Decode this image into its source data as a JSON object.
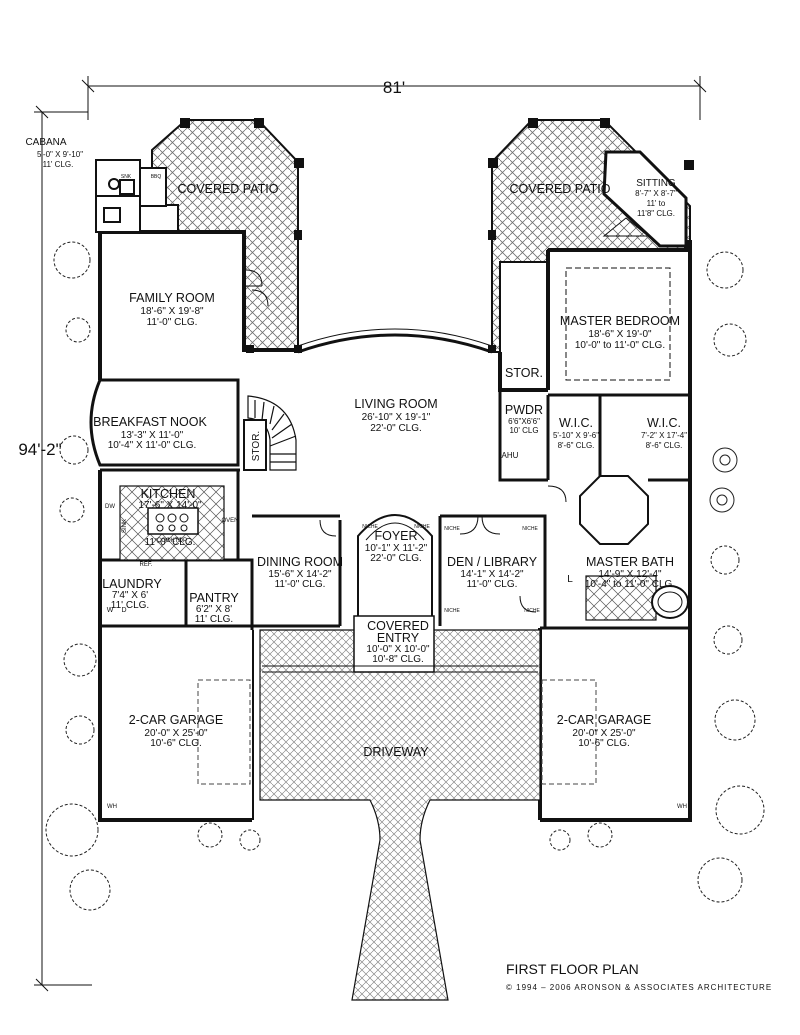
{
  "dimensions": {
    "width": "81'",
    "depth": "94'-2\""
  },
  "rooms": {
    "cabana": {
      "name": "CABANA",
      "size": "5'-0\" X 9'-10\"",
      "ceiling": "11' CLG."
    },
    "covered_patio_left": {
      "name": "COVERED PATIO"
    },
    "covered_patio_right": {
      "name": "COVERED PATIO"
    },
    "sitting": {
      "name": "SITTING",
      "size": "8'-7\" X 8'-7\"",
      "ceiling1": "11' to",
      "ceiling2": "11'8\" CLG."
    },
    "family_room": {
      "name": "FAMILY ROOM",
      "size": "18'-6\" X 19'-8\"",
      "ceiling": "11'-0\" CLG."
    },
    "master_bedroom": {
      "name": "MASTER BEDROOM",
      "size": "18'-6\" X 19'-0\"",
      "ceiling": "10'-0\" to 11'-0\" CLG."
    },
    "stor_right": {
      "name": "STOR."
    },
    "breakfast_nook": {
      "name": "BREAKFAST NOOK",
      "size": "13'-3\" X 11'-0\"",
      "ceiling": "10'-4\" X 11'-0\" CLG."
    },
    "living_room": {
      "name": "LIVING ROOM",
      "size": "26'-10\" X 19'-1\"",
      "ceiling": "22'-0\" CLG."
    },
    "stor_left": {
      "name": "STOR."
    },
    "pwdr": {
      "name": "PWDR",
      "size": "6'6\"X6'6\"",
      "ceiling": "10' CLG"
    },
    "ahu": {
      "name": "AHU"
    },
    "wic_left": {
      "name": "W.I.C.",
      "size": "5'-10\" X 9'-6\"",
      "ceiling": "8'-6\" CLG."
    },
    "wic_right": {
      "name": "W.I.C.",
      "size": "7'-2\" X 17'-4\"",
      "ceiling": "8'-6\" CLG."
    },
    "kitchen": {
      "name": "KITCHEN",
      "size": "17'-6\" X 14'-0\"",
      "ceiling": "11'-0\" CLG."
    },
    "foyer": {
      "name": "FOYER",
      "size": "10'-1\" X 11'-2\"",
      "ceiling": "22'-0\" CLG."
    },
    "dining_room": {
      "name": "DINING ROOM",
      "size": "15'-6\" X 14'-2\"",
      "ceiling": "11'-0\" CLG."
    },
    "den_library": {
      "name": "DEN / LIBRARY",
      "size": "14'-1\" X 14'-2\"",
      "ceiling": "11'-0\" CLG."
    },
    "master_bath": {
      "name": "MASTER BATH",
      "size": "14'-9\" X 12'-4\"",
      "ceiling": "10'-4\" to 11'-0\" CLG."
    },
    "laundry": {
      "name": "LAUNDRY",
      "size": "7'4\" X 6'",
      "ceiling": "11' CLG."
    },
    "pantry": {
      "name": "PANTRY",
      "size": "6'2\" X 8'",
      "ceiling": "11' CLG."
    },
    "covered_entry": {
      "name1": "COVERED",
      "name2": "ENTRY",
      "size": "10'-0\" X 10'-0\"",
      "ceiling": "10'-8\" CLG."
    },
    "garage_left": {
      "name": "2-CAR GARAGE",
      "size": "20'-0\" X 25'-0\"",
      "ceiling": "10'-6\" CLG."
    },
    "garage_right": {
      "name": "2-CAR GARAGE",
      "size": "20'-0\" X 25'-0\"",
      "ceiling": "10'-6\" CLG."
    },
    "driveway": {
      "name": "DRIVEWAY"
    }
  },
  "fixture_labels": {
    "dw": "DW",
    "sink": "SINK",
    "oven": "OVEN",
    "cooktop": "COOKTOP",
    "ref": "REF.",
    "w": "W",
    "d": "D",
    "niche": "NICHE",
    "l": "L",
    "wh": "WH",
    "bbq": "BBQ",
    "snk": "SNK"
  },
  "footer": {
    "title": "FIRST FLOOR PLAN",
    "copyright": "© 1994 – 2006 ARONSON & ASSOCIATES ARCHITECTURE"
  }
}
